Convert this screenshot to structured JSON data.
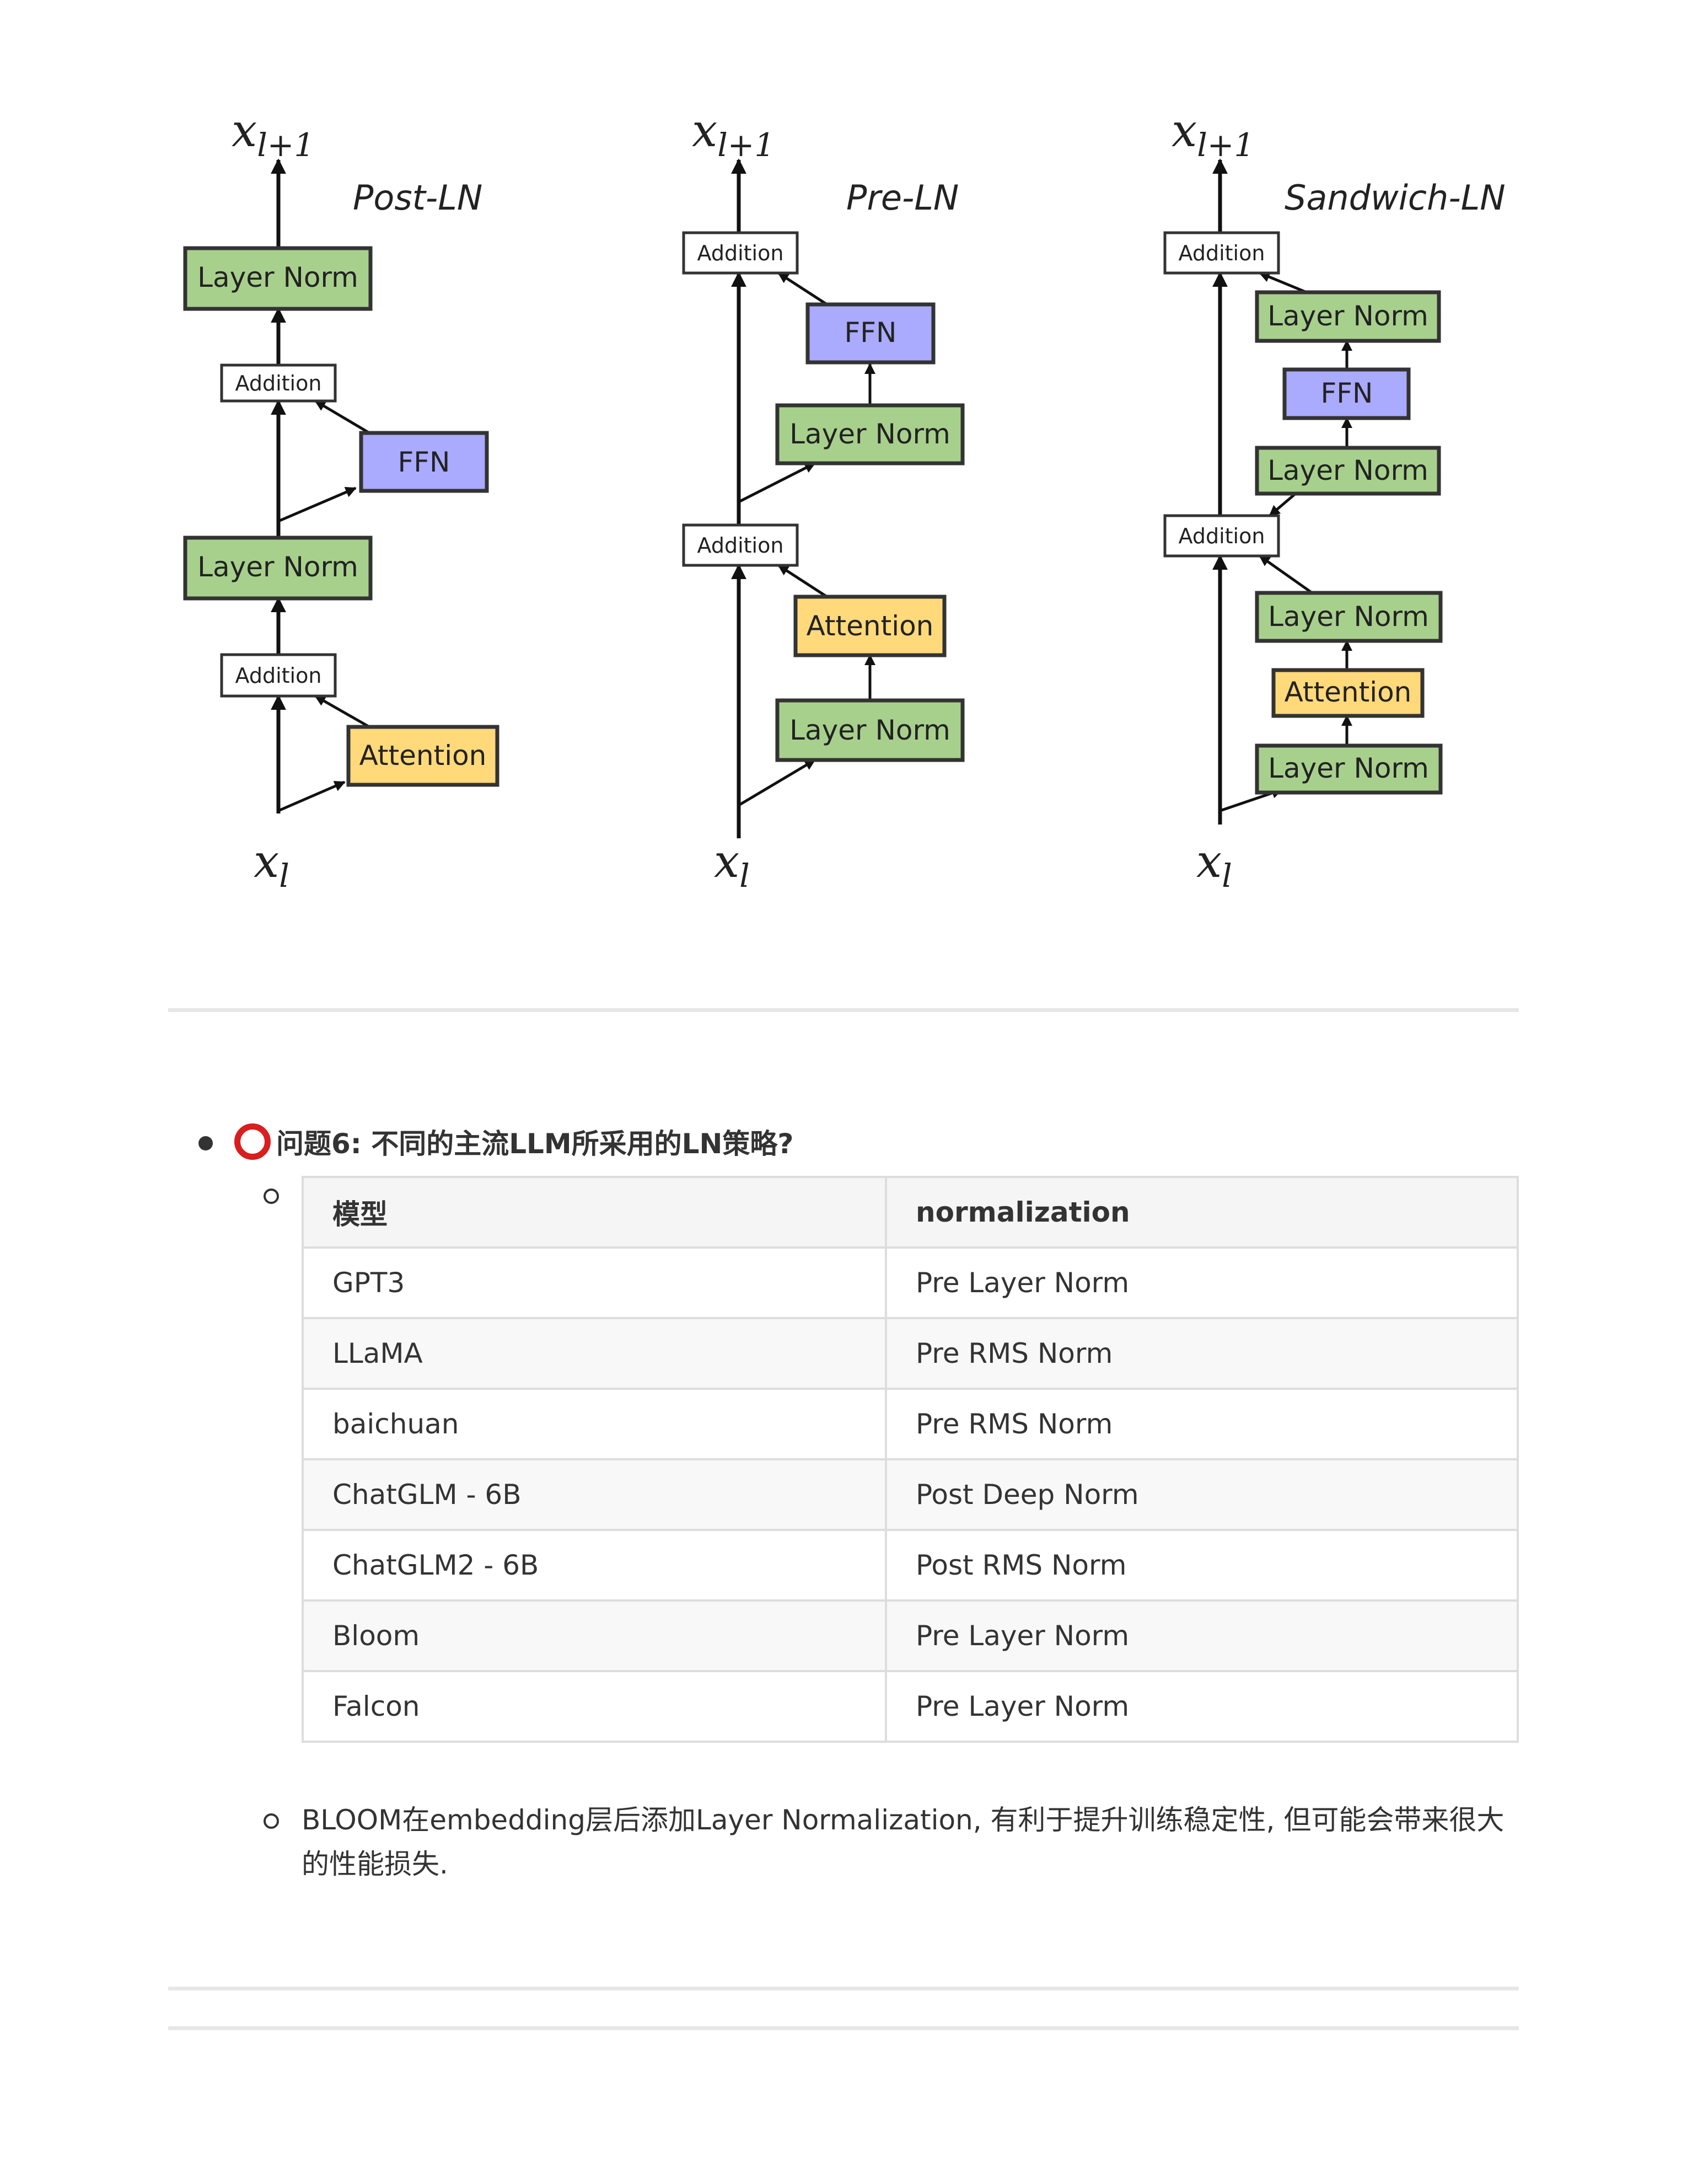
{
  "figure": {
    "diagrams": [
      {
        "title": "Post-LN",
        "top_label": "x",
        "top_sub": "l+1",
        "bottom_label": "x",
        "bottom_sub": "l",
        "boxes": [
          "Layer Norm",
          "Addition",
          "FFN",
          "Layer Norm",
          "Addition",
          "Attention"
        ]
      },
      {
        "title": "Pre-LN",
        "top_label": "x",
        "top_sub": "l+1",
        "bottom_label": "x",
        "bottom_sub": "l",
        "boxes": [
          "Addition",
          "FFN",
          "Layer Norm",
          "Addition",
          "Attention",
          "Layer Norm"
        ]
      },
      {
        "title": "Sandwich-LN",
        "top_label": "x",
        "top_sub": "l+1",
        "bottom_label": "x",
        "bottom_sub": "l",
        "boxes": [
          "Addition",
          "Layer Norm",
          "FFN",
          "Layer Norm",
          "Addition",
          "Layer Norm",
          "Attention",
          "Layer Norm"
        ]
      }
    ]
  },
  "question": {
    "title": "问题6: 不同的主流LLM所采用的LN策略?"
  },
  "table": {
    "headers": [
      "模型",
      "normalization"
    ],
    "rows": [
      [
        "GPT3",
        "Pre Layer Norm"
      ],
      [
        "LLaMA",
        "Pre RMS Norm"
      ],
      [
        "baichuan",
        "Pre RMS Norm"
      ],
      [
        "ChatGLM - 6B",
        "Post Deep Norm"
      ],
      [
        "ChatGLM2 - 6B",
        "Post RMS Norm"
      ],
      [
        "Bloom",
        "Pre Layer Norm"
      ],
      [
        "Falcon",
        "Pre Layer Norm"
      ]
    ]
  },
  "note": {
    "text": "BLOOM在embedding层后添加Layer Normalization, 有利于提升训练稳定性, 但可能会带来很大的性能损失."
  },
  "colors": {
    "layer_norm": "#a8d08d",
    "ffn": "#aaaaff",
    "attention": "#ffd97a",
    "addition": "#ffffff",
    "stroke": "#333333",
    "question_circle": "#d81e1e"
  }
}
